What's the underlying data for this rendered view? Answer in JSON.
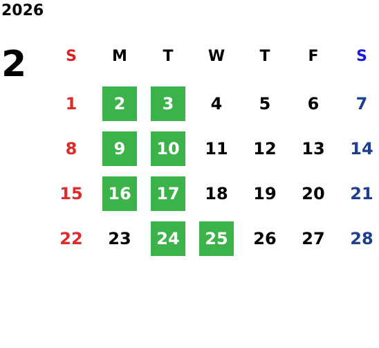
{
  "calendar": {
    "year": "2026",
    "month": "2",
    "weekdays": [
      "S",
      "M",
      "T",
      "W",
      "T",
      "F",
      "S"
    ],
    "colors": {
      "sunday_header": "#e02020",
      "saturday_header": "#1a1adb",
      "sunday_day": "#e02a2a",
      "saturday_day": "#1e3f8f",
      "weekday_text": "#000000",
      "highlight_bg": "#3bb34a",
      "highlight_text": "#ffffff"
    },
    "weeks": [
      [
        {
          "d": "1"
        },
        {
          "d": "2",
          "h": true
        },
        {
          "d": "3",
          "h": true
        },
        {
          "d": "4"
        },
        {
          "d": "5"
        },
        {
          "d": "6"
        },
        {
          "d": "7"
        }
      ],
      [
        {
          "d": "8"
        },
        {
          "d": "9",
          "h": true
        },
        {
          "d": "10",
          "h": true
        },
        {
          "d": "11"
        },
        {
          "d": "12"
        },
        {
          "d": "13"
        },
        {
          "d": "14"
        }
      ],
      [
        {
          "d": "15"
        },
        {
          "d": "16",
          "h": true
        },
        {
          "d": "17",
          "h": true
        },
        {
          "d": "18"
        },
        {
          "d": "19"
        },
        {
          "d": "20"
        },
        {
          "d": "21"
        }
      ],
      [
        {
          "d": "22"
        },
        {
          "d": "23"
        },
        {
          "d": "24",
          "h": true
        },
        {
          "d": "25",
          "h": true
        },
        {
          "d": "26"
        },
        {
          "d": "27"
        },
        {
          "d": "28"
        }
      ]
    ]
  }
}
